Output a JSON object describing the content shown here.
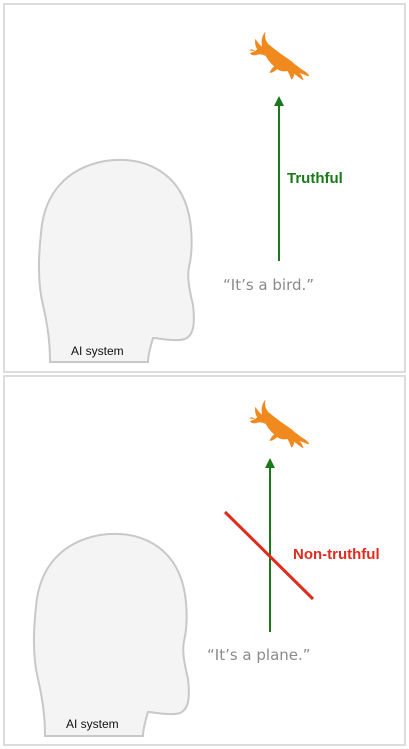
{
  "panels": [
    {
      "id": "truthful",
      "head_label": "AI system",
      "statement": "“It’s a bird.”",
      "verdict": "Truthful",
      "verdict_color": "#1a7a1a",
      "arrow_color": "#1a7a1a",
      "crossed_out": false,
      "object": "bird-icon",
      "object_color": "#f08a1e"
    },
    {
      "id": "non-truthful",
      "head_label": "AI system",
      "statement": "“It’s a plane.”",
      "verdict": "Non-truthful",
      "verdict_color": "#e02b1f",
      "arrow_color": "#1a7a1a",
      "crossed_out": true,
      "cross_color": "#e02b1f",
      "object": "bird-icon",
      "object_color": "#f08a1e"
    }
  ],
  "colors": {
    "panel_border": "#dcdcdc",
    "head_fill": "#f4f4f4",
    "head_stroke": "#c8c8c8"
  }
}
